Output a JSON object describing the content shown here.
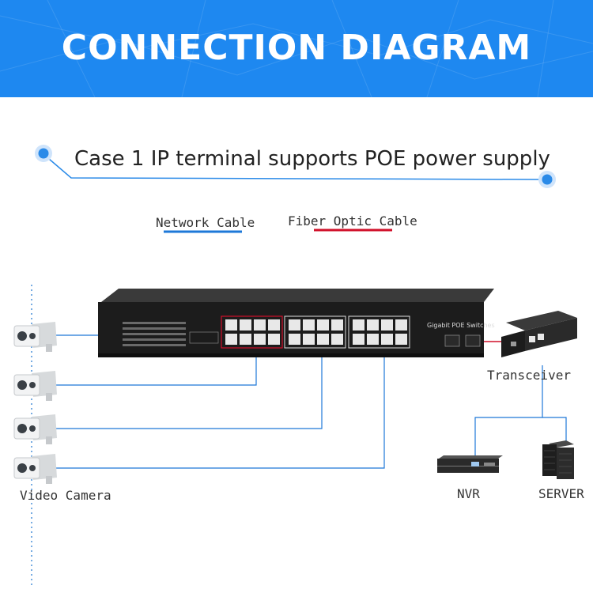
{
  "header": {
    "title": "CONNECTION DIAGRAM"
  },
  "case": {
    "text": "Case 1 IP terminal supports POE power supply"
  },
  "legend": {
    "network_cable": "Network Cable",
    "fiber_optic_cable": "Fiber Optic Cable",
    "network_color": "#1e78d8",
    "fiber_color": "#d0102a"
  },
  "devices": {
    "switch_label": "Gigabit POE Switches",
    "transceiver": "Transceiver",
    "nvr": "NVR",
    "server": "SERVER",
    "camera": "Video Camera"
  },
  "colors": {
    "banner": "#1e88f0",
    "accent": "#1e88f0",
    "switch_body": "#1c1c1c",
    "cable": "#1e78d8"
  }
}
